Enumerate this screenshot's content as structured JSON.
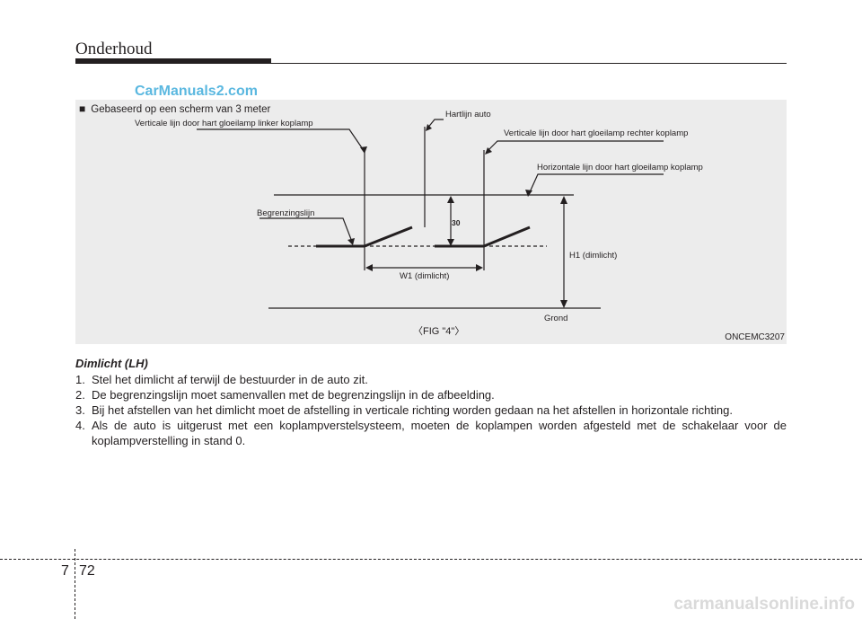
{
  "header": {
    "section_title": "Onderhoud"
  },
  "watermark": "CarManuals2.com",
  "figure": {
    "heading_marker": "■",
    "heading": "Gebaseerd op een scherm van 3 meter",
    "labels": {
      "left_vertical": "Verticale lijn door hart gloeilamp linker koplamp",
      "centerline": "Hartlijn auto",
      "right_vertical": "Verticale lijn door hart gloeilamp rechter koplamp",
      "horizontal": "Horizontale lijn door hart gloeilamp koplamp",
      "cutoff": "Begrenzingslijn",
      "dim_30": "30",
      "h1": "H1 (dimlicht)",
      "w1": "W1 (dimlicht)",
      "ground": "Grond"
    },
    "caption": "〈FIG \"4\"〉",
    "code": "ONCEMC3207"
  },
  "content": {
    "subheading": "Dimlicht (LH)",
    "steps": [
      {
        "num": "1.",
        "text": "Stel het dimlicht af terwijl de bestuurder in de auto zit."
      },
      {
        "num": "2.",
        "text": "De begrenzingslijn moet samenvallen met de begrenzingslijn in de afbeelding."
      },
      {
        "num": "3.",
        "text": "Bij het afstellen van het dimlicht moet de afstelling in verticale richting worden gedaan na het afstellen in horizontale richting."
      },
      {
        "num": "4.",
        "text": "Als de auto is uitgerust met een koplampverstelsysteem, moeten de koplampen worden afgesteld met de schakelaar voor de koplampverstelling in stand 0."
      }
    ]
  },
  "footer": {
    "chapter": "7",
    "page": "72"
  },
  "bottom_watermark": "carmanualsonline.info"
}
